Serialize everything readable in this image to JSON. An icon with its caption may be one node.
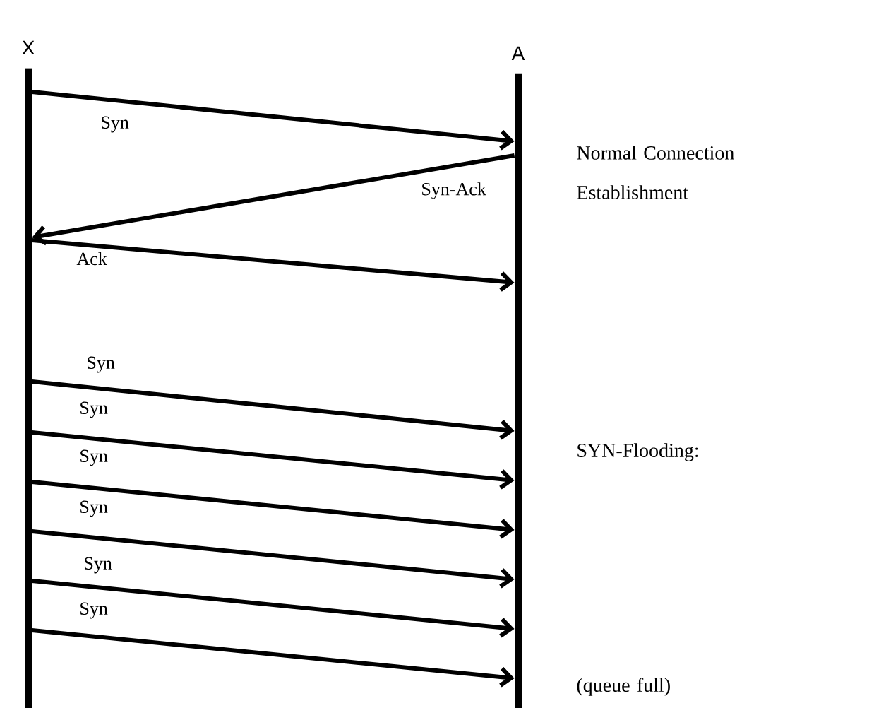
{
  "diagram": {
    "nodes": [
      {
        "text": [
          "X"
        ]
      },
      {
        "text": [
          "A"
        ]
      }
    ],
    "edges": [
      {
        "from": 0,
        "to": 1,
        "arrow": "to",
        "label": "Syn"
      },
      {
        "from": 1,
        "to": 0,
        "arrow": "to",
        "label": "Syn-Ack"
      },
      {
        "from": 0,
        "to": 1,
        "arrow": "to",
        "label": "Ack"
      },
      {
        "from": 0,
        "to": 1,
        "arrow": "to",
        "label": "Syn"
      },
      {
        "from": 0,
        "to": 1,
        "arrow": "to",
        "label": "Syn"
      },
      {
        "from": 0,
        "to": 1,
        "arrow": "to",
        "label": "Syn"
      },
      {
        "from": 0,
        "to": 1,
        "arrow": "to",
        "label": "Syn"
      },
      {
        "from": 0,
        "to": 1,
        "arrow": "to",
        "label": "Syn"
      },
      {
        "from": 0,
        "to": 1,
        "arrow": "to",
        "label": "Syn"
      }
    ],
    "labels": [
      "Normal Connection Establishment",
      "SYN-Flooding:",
      "(queue full)"
    ]
  }
}
